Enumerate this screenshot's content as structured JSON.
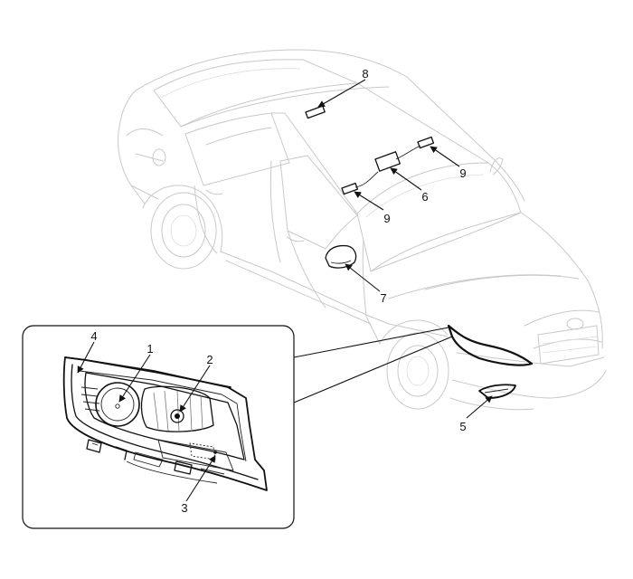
{
  "callouts": [
    {
      "id": "1",
      "text": "1"
    },
    {
      "id": "2",
      "text": "2"
    },
    {
      "id": "3",
      "text": "3"
    },
    {
      "id": "4",
      "text": "4"
    },
    {
      "id": "5",
      "text": "5"
    },
    {
      "id": "6",
      "text": "6"
    },
    {
      "id": "7",
      "text": "7"
    },
    {
      "id": "8",
      "text": "8"
    },
    {
      "id": "9a",
      "text": "9"
    },
    {
      "id": "9b",
      "text": "9"
    }
  ]
}
